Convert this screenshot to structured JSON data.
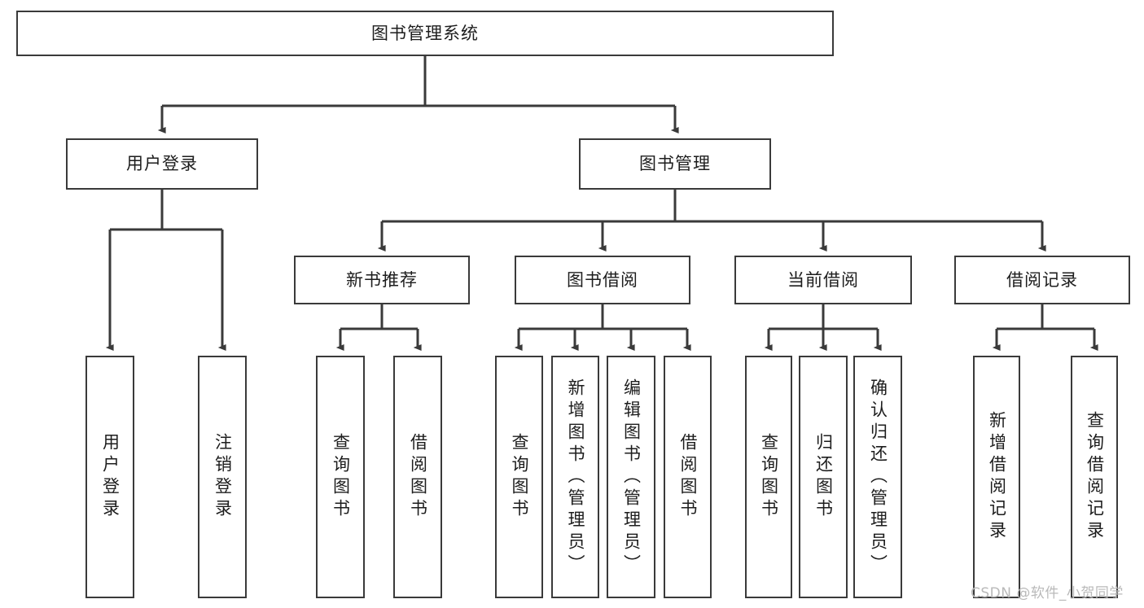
{
  "diagram": {
    "title": "图书管理系统",
    "type": "tree-hierarchy",
    "root": {
      "label": "图书管理系统"
    },
    "level2": [
      {
        "label": "用户登录"
      },
      {
        "label": "图书管理"
      }
    ],
    "level3": [
      {
        "label": "新书推荐"
      },
      {
        "label": "图书借阅"
      },
      {
        "label": "当前借阅"
      },
      {
        "label": "借阅记录"
      }
    ],
    "leaves": {
      "user_login": [
        {
          "label": "用户登录"
        },
        {
          "label": "注销登录"
        }
      ],
      "new_book_recommend": [
        {
          "label": "查询图书"
        },
        {
          "label": "借阅图书"
        }
      ],
      "book_borrow": [
        {
          "label": "查询图书"
        },
        {
          "label": "新增图书（管理员）"
        },
        {
          "label": "编辑图书（管理员）"
        },
        {
          "label": "借阅图书"
        }
      ],
      "current_borrow": [
        {
          "label": "查询图书"
        },
        {
          "label": "归还图书"
        },
        {
          "label": "确认归还（管理员）"
        }
      ],
      "borrow_record": [
        {
          "label": "新增借阅记录"
        },
        {
          "label": "查询借阅记录"
        }
      ]
    }
  },
  "watermark": {
    "text": "CSDN @软件_小贺同学"
  },
  "colors": {
    "border": "#3a3a3a",
    "text": "#1d1d1d",
    "background": "#ffffff",
    "watermark": "#b9b9b9"
  }
}
